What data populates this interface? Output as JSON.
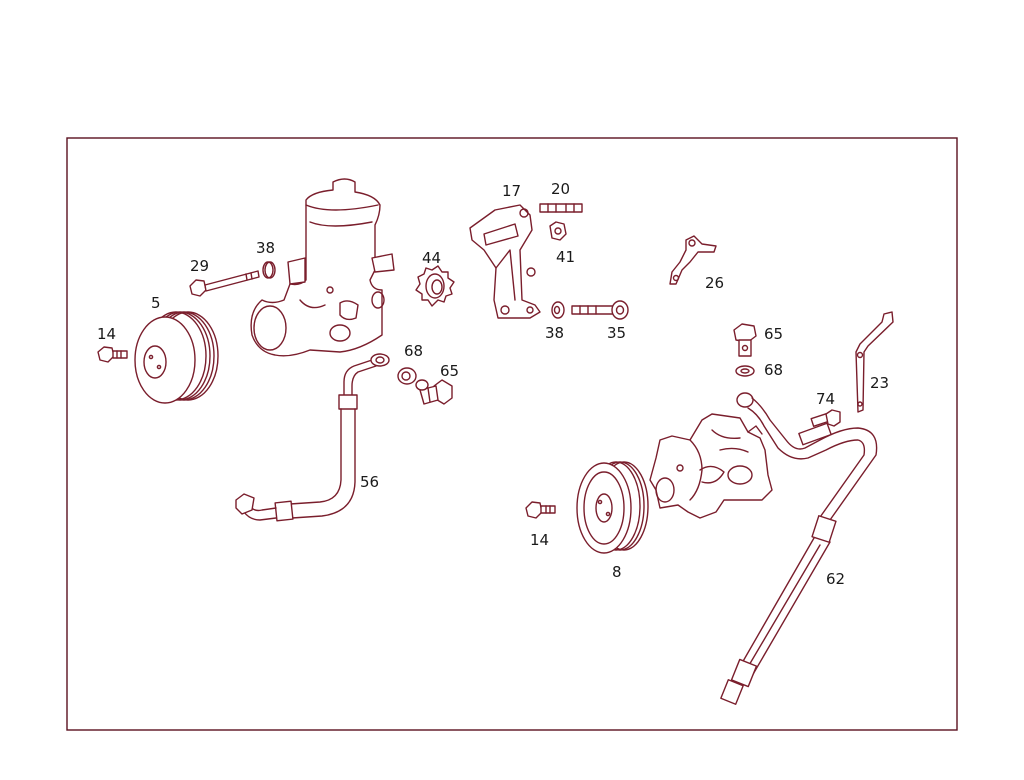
{
  "colors": {
    "ink": "#7a1e2c",
    "label": "#1a1a1a",
    "frame": "#5a1020"
  },
  "callouts": {
    "c5": "5",
    "c14a": "14",
    "c29": "29",
    "c38a": "38",
    "c44": "44",
    "c17": "17",
    "c20": "20",
    "c41": "41",
    "c38b": "38",
    "c35": "35",
    "c26": "26",
    "c68a": "68",
    "c65a": "65",
    "c56": "56",
    "c65b": "65",
    "c68b": "68",
    "c74": "74",
    "c23": "23",
    "c14b": "14",
    "c8": "8",
    "c62": "62"
  }
}
